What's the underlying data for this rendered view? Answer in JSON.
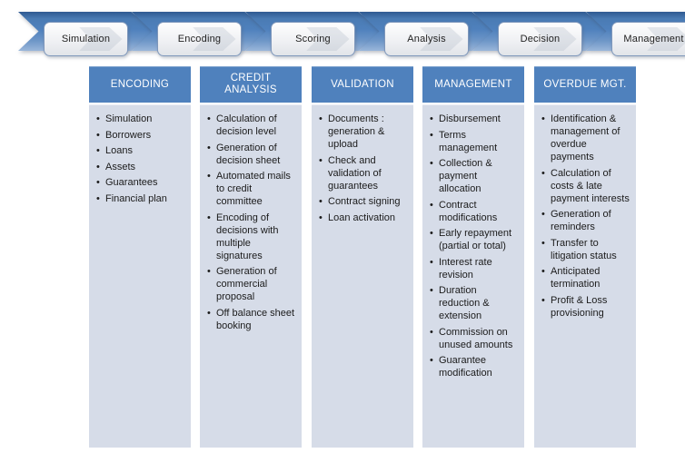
{
  "process_steps": [
    {
      "label": "Simulation"
    },
    {
      "label": "Encoding"
    },
    {
      "label": "Scoring"
    },
    {
      "label": "Analysis"
    },
    {
      "label": "Decision"
    },
    {
      "label": "Management"
    }
  ],
  "columns": [
    {
      "title": "ENCODING",
      "items": [
        "Simulation",
        "Borrowers",
        "Loans",
        "Assets",
        "Guarantees",
        "Financial plan"
      ]
    },
    {
      "title": "CREDIT ANALYSIS",
      "items": [
        "Calculation of decision level",
        "Generation of decision sheet",
        "Automated mails to credit committee",
        "Encoding of decisions with multiple signatures",
        "Generation of commercial proposal",
        "Off balance sheet booking"
      ]
    },
    {
      "title": "VALIDATION",
      "items": [
        "Documents : generation & upload",
        "Check and validation of guarantees",
        "Contract signing",
        "Loan activation"
      ]
    },
    {
      "title": "MANAGEMENT",
      "items": [
        "Disbursement",
        "Terms management",
        "Collection & payment allocation",
        "Contract modifications",
        "Early repayment (partial or total)",
        "Interest rate revision",
        "Duration reduction & extension",
        "Commission on unused amounts",
        "Guarantee modification"
      ]
    },
    {
      "title": "OVERDUE MGT.",
      "items": [
        "Identification & management of overdue payments",
        "Calculation of costs & late payment interests",
        "Generation of reminders",
        "Transfer to litigation status",
        "Anticipated termination",
        "Profit & Loss provisioning"
      ]
    }
  ],
  "colors": {
    "header_bg": "#4F81BD",
    "body_bg": "#D6DCE8",
    "chevron_dark": "#2F5A91",
    "chevron_mid": "#4F81BD",
    "chevron_light": "#9AB6DA",
    "box_border": "#7E97BB"
  }
}
